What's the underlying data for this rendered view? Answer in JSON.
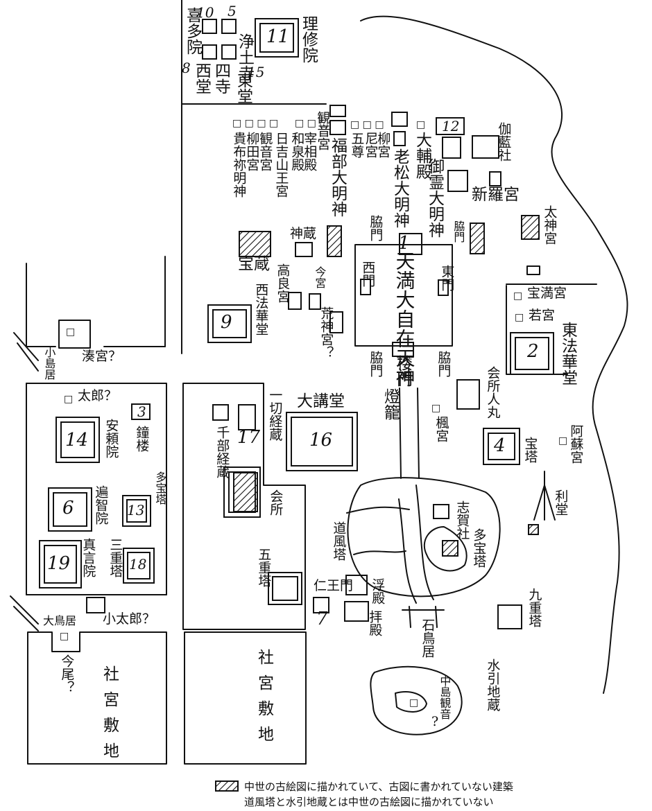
{
  "labels": {
    "kita": "喜多院",
    "nishido": "西堂",
    "shiji": "四寺",
    "joudoji": "浄土寺",
    "todo": "東堂",
    "rishuin": "理修院",
    "kifune": "貴布祢明神",
    "yanagita": "柳田宮",
    "kannon": "観音宮",
    "hiyoshi": "日吉山王宮",
    "izumi": "和泉殿",
    "sosho": "宰相殿",
    "kanketsu": "観音宮",
    "fukube": "福部大明神",
    "goson": "五尊",
    "ama": "尼宮",
    "yanagi": "柳宮",
    "oimatsu": "老松大明神",
    "daisuke": "大輔殿",
    "goryo": "御霊大明神",
    "aizen": "伽藍社",
    "shinra": "新羅宮",
    "daijingu": "太神宮",
    "takara_kura": "宝蔵",
    "shinzo": "神蔵",
    "koraigu": "高良宮",
    "imamiya": "今宮",
    "arakami": "荒神宮？",
    "nishi_hokke": "西法華堂",
    "wakimon_nw": "脇門",
    "wakimon_ne": "脇門",
    "nishimon": "西門",
    "higashimon": "東門",
    "tenjin": "天満大自在天神",
    "wakimon_sw": "脇門",
    "wakimon_se": "脇門",
    "romon": "楼門",
    "homan": "宝満宮",
    "wakamiya": "若宮",
    "higashi_hokke": "東法華堂",
    "kojima": "小島居",
    "omiya": "湊宮？",
    "taro": "太郎？",
    "antai": "安頼院",
    "shoro": "鐘楼",
    "hensho": "遍智院",
    "tahoto_l": "多宝塔",
    "shingon": "真言院",
    "sanjuto": "三重塔",
    "otori": "大鳥居",
    "kotaro": "小太郎？",
    "imao": "今尾？",
    "shagu_l": "社宮敷地",
    "issai": "一切経蔵",
    "daikodo": "大講堂",
    "senbu": "千部経蔵",
    "kaisho": "会所",
    "kaisho2": "会所人丸",
    "toro": "燈籠",
    "fugu": "楓宮",
    "hoto": "宝塔",
    "aso": "阿蘇宮",
    "rito": "利堂",
    "gojuto": "五重塔",
    "niomon": "仁王門",
    "ukidono": "浮殿",
    "haiden": "拝殿",
    "dofu": "道風塔",
    "shiga": "志賀社",
    "tahoto_r": "多宝塔",
    "kujuto": "九重塔",
    "ishitorii": "石鳥居",
    "nakajima": "中島観音",
    "mizuhiki": "水引地蔵",
    "shagu_c": "社宮敷地",
    "q": "?"
  },
  "numbers": {
    "n1": "1",
    "n2": "2",
    "n3": "3",
    "n4": "4",
    "n5": "5",
    "n6": "6",
    "n7": "7",
    "n8": "8",
    "n9": "9",
    "n10": "10",
    "n11": "11",
    "n12": "12",
    "n13": "13",
    "n14": "14",
    "n15": "15",
    "n16": "16",
    "n17": "17",
    "n18": "18",
    "n19": "19"
  },
  "legend": {
    "line1": "中世の古絵図に描かれていて、古図に書かれていない建築",
    "line2": "道風塔と水引地蔵とは中世の古絵図に描かれていない"
  },
  "colors": {
    "ink": "#111111",
    "paper": "#ffffff"
  }
}
